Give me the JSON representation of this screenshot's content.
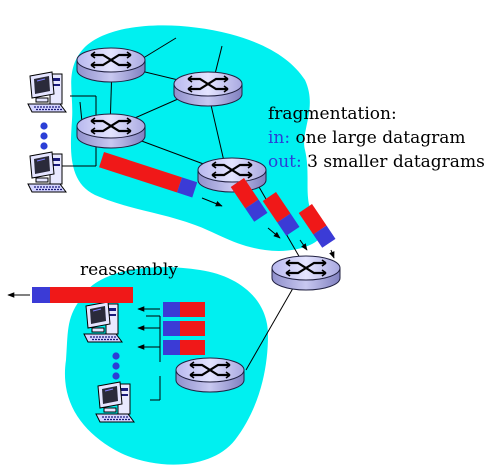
{
  "labels": {
    "title": "fragmentation:",
    "in_prefix": "in:",
    "in_text": " one large datagram",
    "out_prefix": "out:",
    "out_text": " 3 smaller datagrams",
    "reassembly": "reassembly"
  },
  "colors": {
    "network_cloud": "#00f0f0",
    "fragment_header": "#3b3bd6",
    "fragment_body": "#f01818",
    "keyword_text": "#2b3fd6",
    "router_fill": "#c8c8f4",
    "router_stroke": "#202040"
  },
  "icons": [
    "router-icon",
    "host-computer-icon",
    "datagram-packet"
  ]
}
